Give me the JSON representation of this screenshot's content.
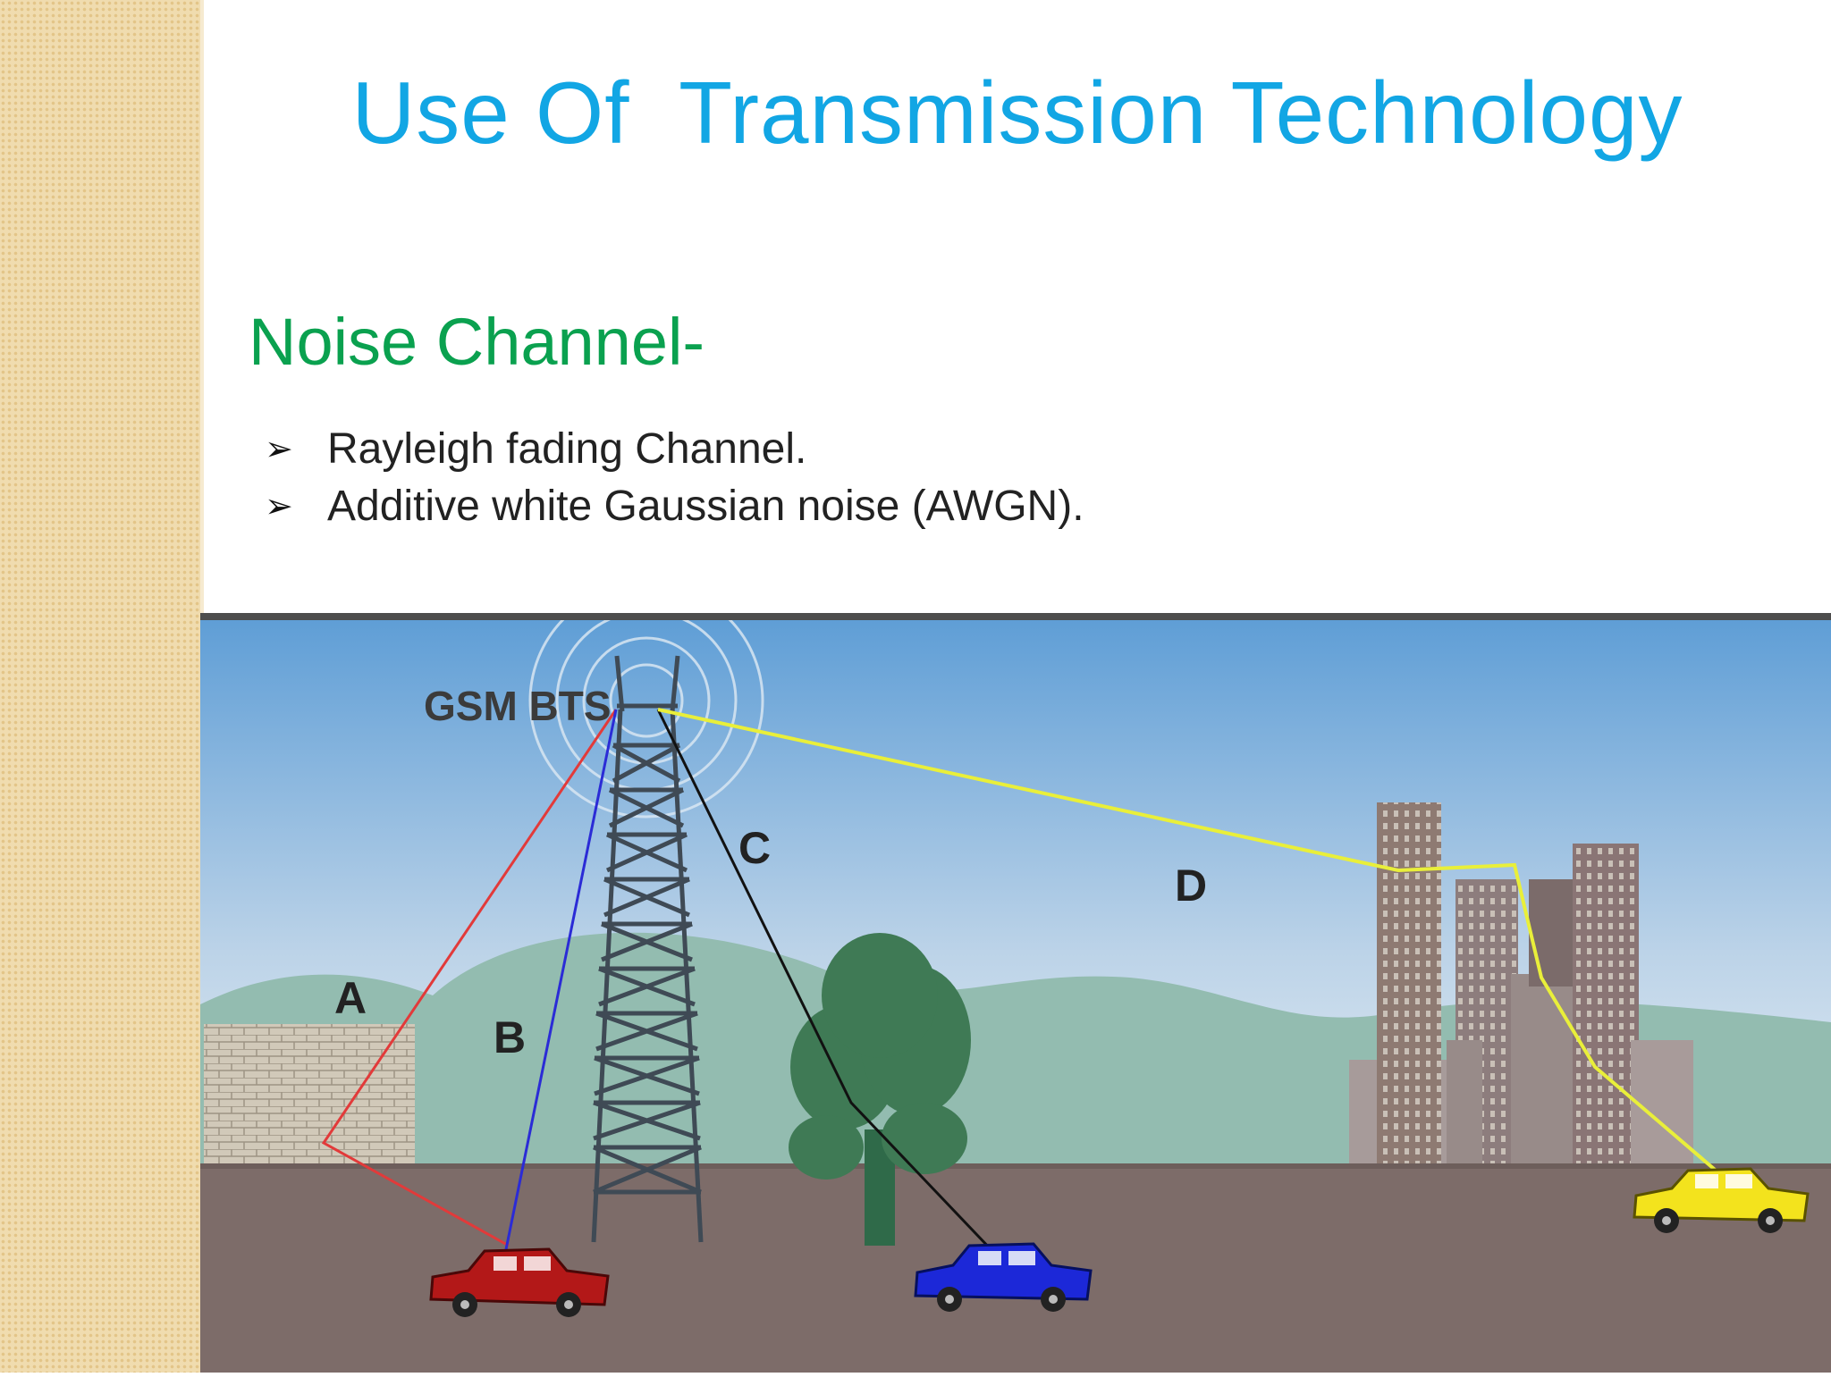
{
  "slide": {
    "title": "Use Of  Transmission Technology",
    "subtitle": "Noise Channel-",
    "bullets": [
      "Rayleigh fading Channel.",
      "Additive white Gaussian noise (AWGN)."
    ]
  },
  "diagram": {
    "tower_label": "GSM BTS",
    "paths": [
      {
        "label": "A",
        "color": "#e23a3a"
      },
      {
        "label": "B",
        "color": "#2b2bd6"
      },
      {
        "label": "C",
        "color": "#111111"
      },
      {
        "label": "D",
        "color": "#e9ef3a"
      }
    ],
    "vehicles": [
      {
        "name": "red-car",
        "color": "#b31818"
      },
      {
        "name": "blue-car",
        "color": "#1c28d8"
      },
      {
        "name": "yellow-car",
        "color": "#f3e31d"
      }
    ]
  }
}
